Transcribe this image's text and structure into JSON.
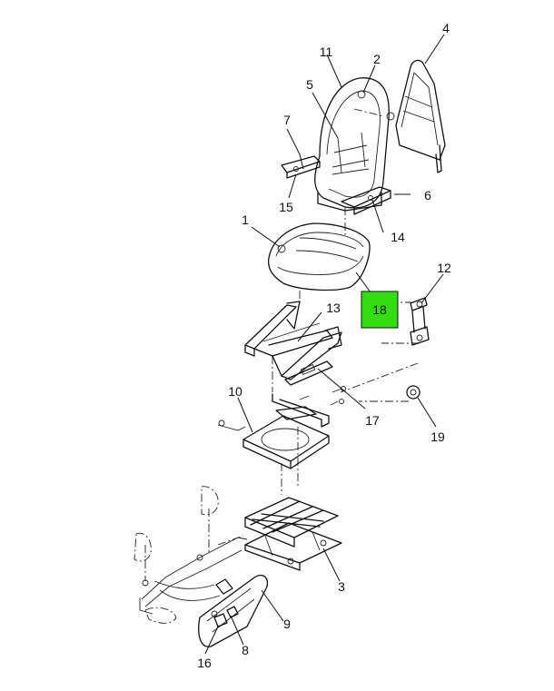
{
  "callouts": {
    "p1": "1",
    "p2": "2",
    "p3": "3",
    "p4": "4",
    "p5": "5",
    "p6": "6",
    "p7": "7",
    "p8": "8",
    "p9": "9",
    "p10": "10",
    "p11": "11",
    "p12": "12",
    "p13": "13",
    "p14": "14",
    "p15": "15",
    "p16": "16",
    "p17": "17",
    "p19": "19"
  },
  "highlight": {
    "label": "18",
    "color": "#33dd11"
  }
}
